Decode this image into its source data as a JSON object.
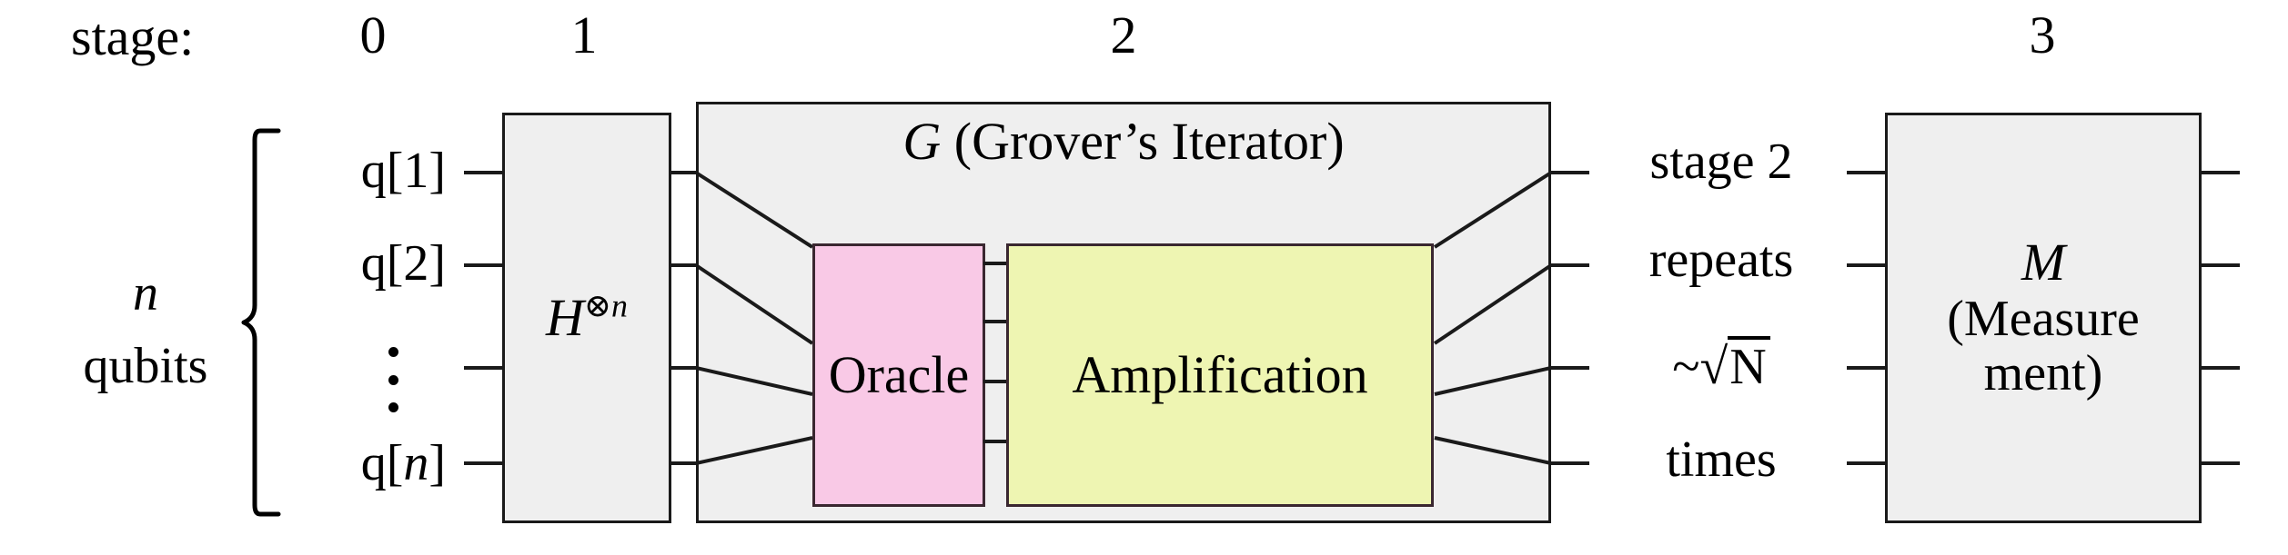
{
  "header": {
    "stage_label": "stage:",
    "stages": [
      {
        "num": "0"
      },
      {
        "num": "1"
      },
      {
        "num": "2"
      },
      {
        "num": "3"
      }
    ]
  },
  "qubits": {
    "group_label_line1": "n",
    "group_label_line2": "qubits",
    "labels": [
      {
        "text": "q[1]"
      },
      {
        "text": "q[2]"
      },
      {
        "text": "q[n]"
      }
    ],
    "ellipsis_icon": "vertical-ellipsis"
  },
  "gates": {
    "hadamard": {
      "base": "H",
      "sup_symbol": "⊗",
      "sup_index": "n"
    },
    "grover": {
      "title_italic": "G",
      "title_rest": " (Grover’s Iterator)",
      "oracle": {
        "label": "Oracle",
        "color": "#f9c9e6"
      },
      "amplification": {
        "label": "Amplification",
        "color": "#eef5b2"
      }
    },
    "measurement": {
      "symbol": "M",
      "line1": "(Measure",
      "line2": "ment)"
    }
  },
  "repeat_note": {
    "line1": "stage 2",
    "line2": "repeats",
    "tilde": "~",
    "radical": "√",
    "radicand": "N",
    "line4": "times"
  },
  "colors": {
    "gate_fill": "#efefef",
    "gate_stroke": "#1a1a1a",
    "oracle_fill": "#f9c9e6",
    "amplification_fill": "#eef5b2",
    "background": "#ffffff"
  }
}
